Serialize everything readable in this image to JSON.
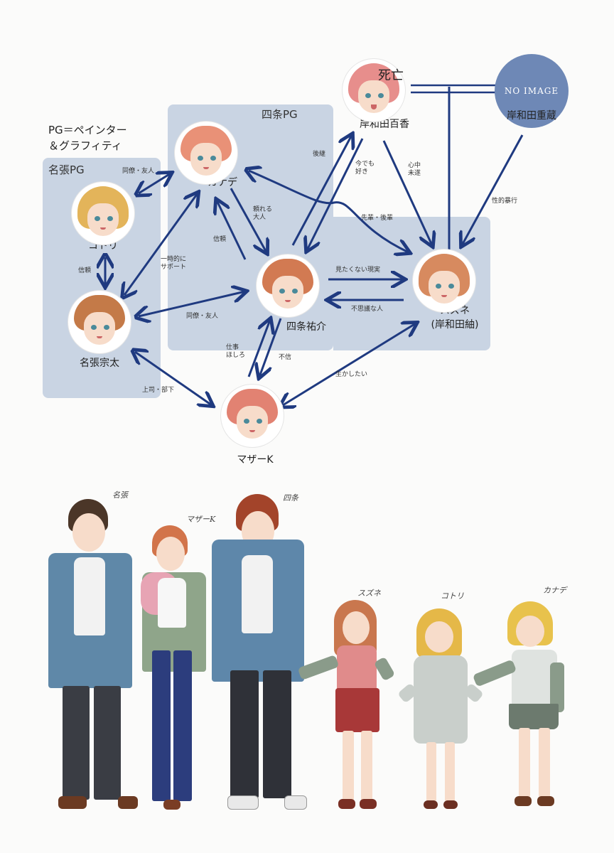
{
  "legend": {
    "line1": "PG＝ペインター",
    "line2": "＆グラフィティ"
  },
  "groups": {
    "nabari": "名張PG",
    "shijo": "四条PG"
  },
  "nodes": {
    "kotori": "コトリ",
    "kanade": "カナデ",
    "sota": "名張宗太",
    "yusuke": "四条祐介",
    "mother_k": "マザーK",
    "yuka": "岸和田百香",
    "shigezo": "岸和田重蔵",
    "suzune": "スズネ\n(岸和田紬)"
  },
  "dead_label": "死亡",
  "no_image": "NO IMAGE",
  "edge_labels": {
    "kotori_kanade": "同僚・友人",
    "kotori_sota": "信頼",
    "sota_kanade": "一時的に\nサポート",
    "sota_yusuke": "同僚・友人",
    "kanade_yusuke_a": "信頼",
    "kanade_yusuke_b": "頼れる\n大人",
    "kanade_yuka": "後継",
    "yusuke_yuka": "今でも\n好き",
    "yuka_suzune": "心中\n未遂",
    "shigezo_suzune": "性的暴行",
    "senpai": "先輩・後輩",
    "yusuke_suzune": "見たくない現実",
    "suzune_yusuke": "不思議な人",
    "yusuke_k_a": "仕事\nほしろ",
    "yusuke_k_b": "不信",
    "k_suzune": "生かしたい",
    "sota_k": "上司・部下"
  },
  "sketch_labels": {
    "nabari": "名張",
    "mother": "マザーK",
    "shijo": "四条",
    "suzune": "スズネ",
    "kotori": "コトリ",
    "kanade": "カナデ"
  },
  "colors": {
    "arrow": "#1f3a80",
    "panel": "#c9d4e3",
    "noimage": "#6e88b6"
  }
}
